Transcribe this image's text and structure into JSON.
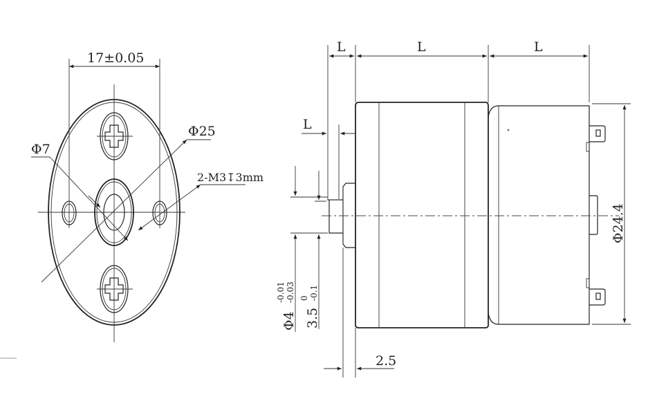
{
  "drawing": {
    "front_view": {
      "dim_hole_spacing": "17±0.05",
      "dim_boss_diameter": "Φ7",
      "dim_body_diameter": "Φ25",
      "dim_mount_holes": "2-M3↧3mm"
    },
    "side_view": {
      "dim_top_L1": "L",
      "dim_top_L2": "L",
      "dim_top_L3": "L",
      "dim_shaft_L": "L",
      "dim_shaft_diameter": "Φ4",
      "dim_shaft_diameter_tol_upper": "-0.01",
      "dim_shaft_diameter_tol_lower": "-0.03",
      "dim_flat_width": "3.5",
      "dim_flat_tol_upper": "0",
      "dim_flat_tol_lower": "-0.1",
      "dim_boss_length": "2.5",
      "dim_can_diameter": "Φ24.4"
    }
  },
  "colors": {
    "line": "#222222",
    "background": "#ffffff"
  }
}
